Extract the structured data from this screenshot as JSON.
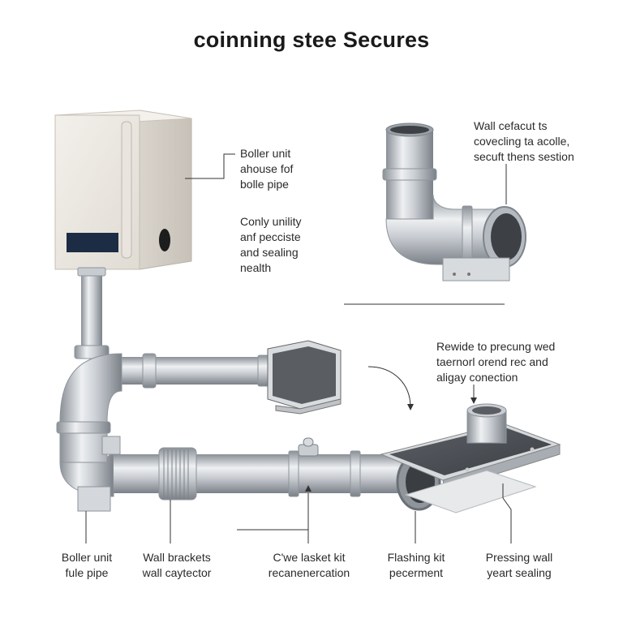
{
  "title": "coinning stee Secures",
  "callouts": {
    "boiler_top": [
      "Boller unit",
      "ahouse fof",
      "bolle pipe"
    ],
    "boiler_mid": [
      "Conly unility",
      "anf pecciste",
      "and sealing",
      "nealth"
    ],
    "wall_elbow": [
      "Wall cefacut ts",
      "covecling ta acolle,",
      "secuft thens sestion"
    ],
    "provide": [
      "Rewide to precung wed",
      "taernorl orend rec and",
      "aligay conection"
    ],
    "bottom": [
      [
        "Boller unit",
        "fule pipe"
      ],
      [
        "Wall brackets",
        "wall caytector"
      ],
      [
        "C'we lasket kit",
        "recanenercation"
      ],
      [
        "Flashing kit",
        "pecerment"
      ],
      [
        "Pressing wall",
        "yeart sealing"
      ]
    ]
  },
  "colors": {
    "pipe_light": "#e6e9ec",
    "pipe_mid": "#b4bac0",
    "pipe_dark": "#7d848b",
    "boiler_front": "#ece8e2",
    "boiler_side": "#d7d2ca",
    "panel": "#1c2c44",
    "flashing": "#4e5257",
    "leader": "#333333"
  }
}
